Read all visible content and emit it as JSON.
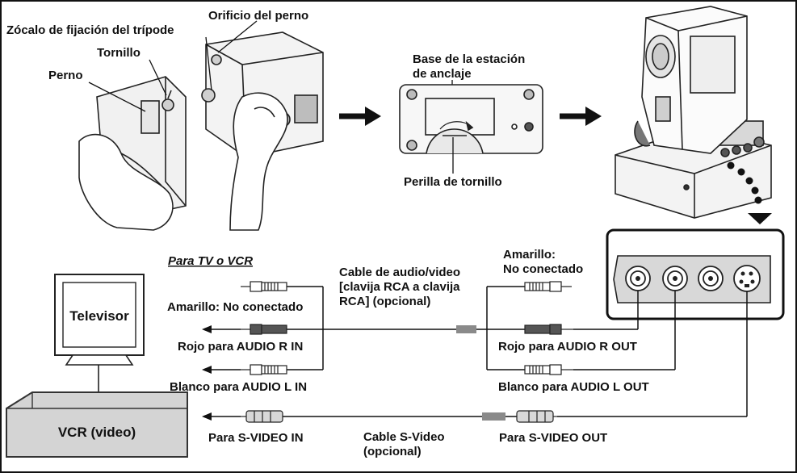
{
  "colors": {
    "line": "#111111",
    "device_fill": "#d4d4d4",
    "device_stroke": "#333333",
    "plug_dark": "#555555",
    "plug_light": "#ffffff",
    "cable_gray": "#8a8a8a"
  },
  "labels": {
    "tripod_socket": "Zócalo de fijación del trípode",
    "bolt_hole": "Orificio del perno",
    "screw": "Tornillo",
    "bolt": "Perno",
    "dock_base_1": "Base de la estación",
    "dock_base_2": "de anclaje",
    "screw_knob": "Perilla de tornillo",
    "for_tv_vcr": "Para TV o VCR",
    "yellow_top_1": "Amarillo:",
    "yellow_top_2": "No conectado",
    "av_cable_1": "Cable de audio/video",
    "av_cable_2": "[clavija RCA a clavija",
    "av_cable_3": "RCA] (opcional)",
    "yellow_left": "Amarillo: No conectado",
    "red_left": "Rojo para AUDIO R IN",
    "white_left": "Blanco para AUDIO L IN",
    "red_right": "Rojo para AUDIO R OUT",
    "white_right": "Blanco para AUDIO L OUT",
    "svideo_in": "Para S-VIDEO IN",
    "svideo_cable_1": "Cable S-Video",
    "svideo_cable_2": "(opcional)",
    "svideo_out": "Para S-VIDEO OUT"
  },
  "devices": {
    "tv": "Televisor",
    "vcr": "VCR (video)"
  },
  "icons": {
    "step_arrow": "right-arrow-icon",
    "connector_panel": "av-connector-panel-icon",
    "camcorder": "camcorder-icon",
    "dock": "docking-station-icon"
  }
}
